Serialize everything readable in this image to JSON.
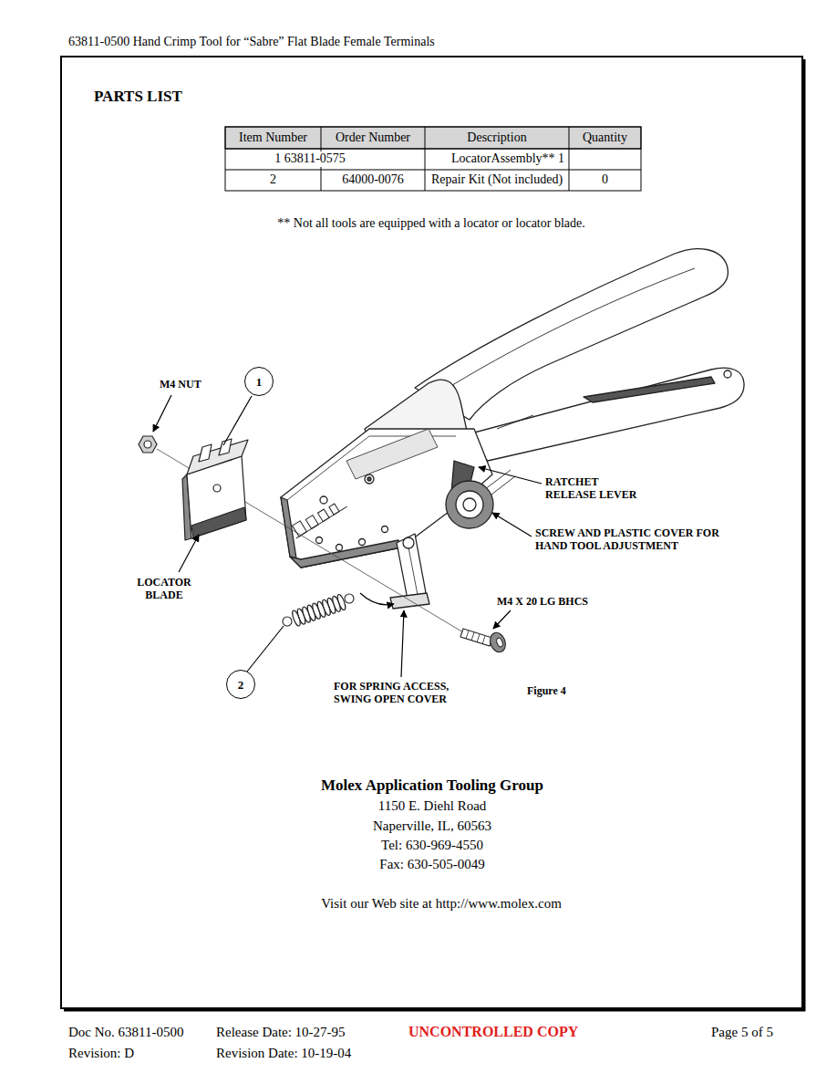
{
  "diagram": {
    "title": "PARTS LIST",
    "nodes": [
      {
        "text": [
          "1"
        ]
      },
      {
        "text": [
          "2"
        ]
      }
    ],
    "labels": [
      "63811-0500 Hand Crimp Tool for “Sabre” Flat Blade Female Terminals",
      "Item Number",
      "Order Number",
      "Description",
      "Quantity",
      "1 63811-0575",
      "LocatorAssembly** 1",
      "2",
      "64000-0076",
      "Repair Kit (Not included)",
      "0",
      "** Not all tools are equipped with a locator or locator blade.",
      "M4 NUT",
      "LOCATOR BLADE",
      "RATCHET RELEASE LEVER",
      "SCREW AND PLASTIC COVER FOR HAND TOOL ADJUSTMENT",
      "M4 X 20 LG BHCS",
      "FOR SPRING ACCESS, SWING OPEN COVER",
      "Figure 4",
      "Molex Application Tooling Group",
      "1150 E. Diehl Road",
      "Naperville, IL, 60563",
      "Tel: 630-969-4550",
      "Fax: 630-505-0049",
      "Visit our Web site at http://www.molex.com",
      "Doc No. 63811-0500",
      "Release Date: 10-27-95",
      "UNCONTROLLED COPY",
      "Page 5 of 5",
      "Revision: D",
      "Revision Date: 10-19-04"
    ]
  }
}
